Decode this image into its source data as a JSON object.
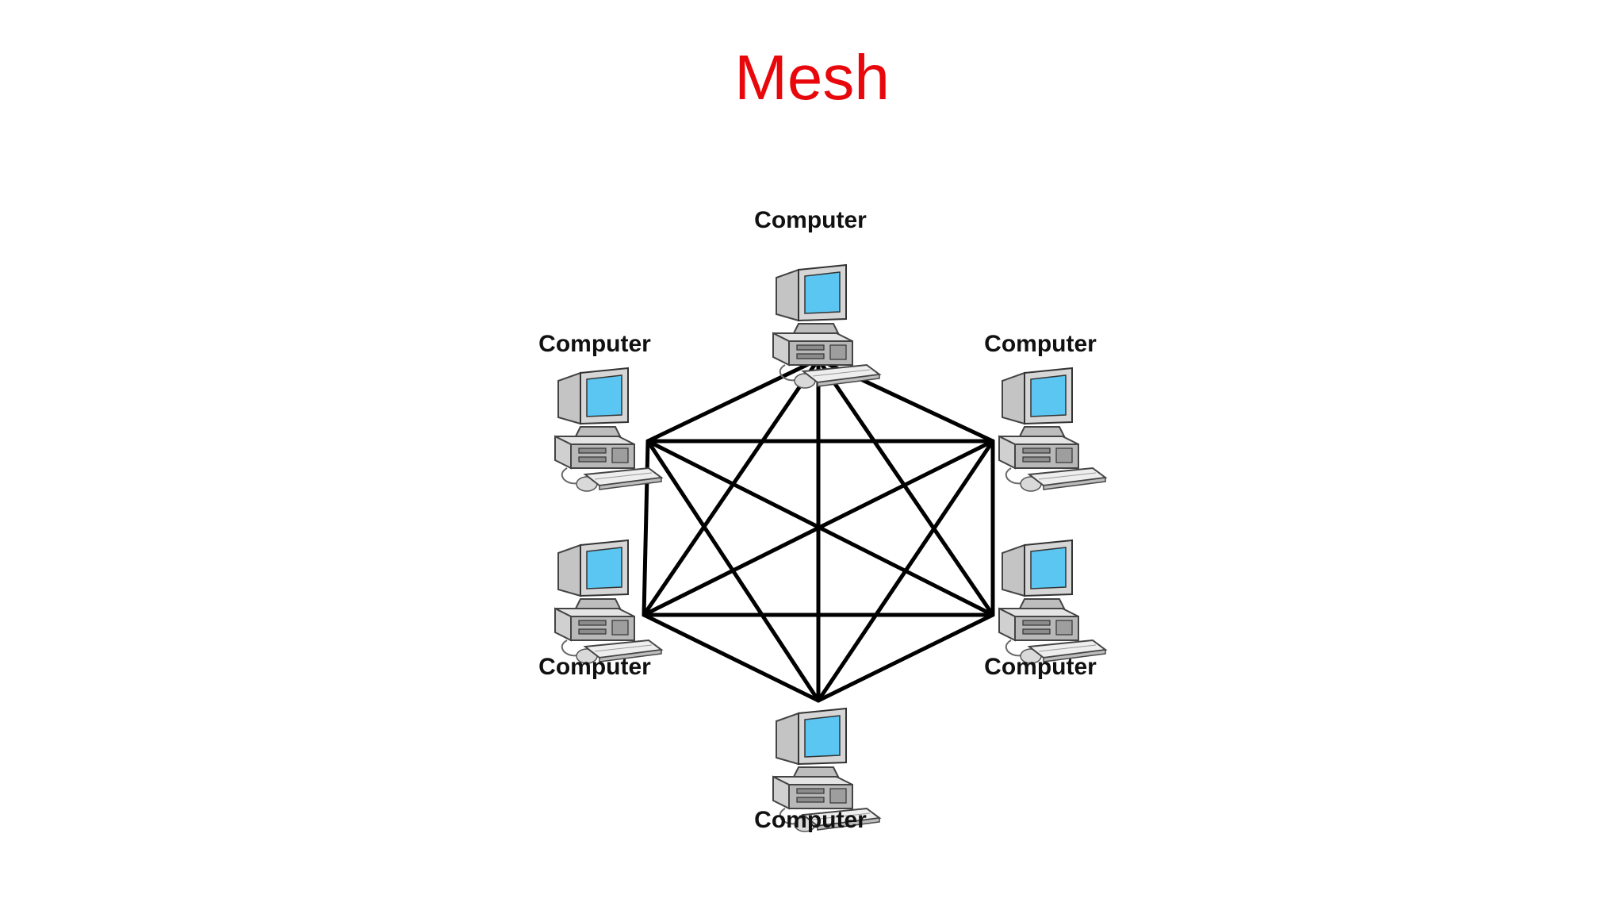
{
  "slide": {
    "title": "Mesh",
    "title_color": "#e8070b",
    "background": "#ffffff"
  },
  "diagram": {
    "topology": "full mesh",
    "link_color": "#000000",
    "nodes": [
      {
        "id": "top",
        "label": "Computer",
        "icon": "desktop-computer-icon"
      },
      {
        "id": "upper-left",
        "label": "Computer",
        "icon": "desktop-computer-icon"
      },
      {
        "id": "upper-right",
        "label": "Computer",
        "icon": "desktop-computer-icon"
      },
      {
        "id": "lower-left",
        "label": "Computer",
        "icon": "desktop-computer-icon"
      },
      {
        "id": "lower-right",
        "label": "Computer",
        "icon": "desktop-computer-icon"
      },
      {
        "id": "bottom",
        "label": "Computer",
        "icon": "desktop-computer-icon"
      }
    ],
    "edges": [
      [
        "top",
        "upper-left"
      ],
      [
        "top",
        "upper-right"
      ],
      [
        "top",
        "lower-left"
      ],
      [
        "top",
        "lower-right"
      ],
      [
        "top",
        "bottom"
      ],
      [
        "upper-left",
        "upper-right"
      ],
      [
        "upper-left",
        "lower-left"
      ],
      [
        "upper-left",
        "lower-right"
      ],
      [
        "upper-left",
        "bottom"
      ],
      [
        "upper-right",
        "lower-left"
      ],
      [
        "upper-right",
        "lower-right"
      ],
      [
        "upper-right",
        "bottom"
      ],
      [
        "lower-left",
        "lower-right"
      ],
      [
        "lower-left",
        "bottom"
      ],
      [
        "lower-right",
        "bottom"
      ]
    ],
    "colors": {
      "screen": "#5bc6f2",
      "monitor_body": "#c9c9c9",
      "case_body": "#b5b5b5",
      "outline": "#3a3a3a"
    }
  }
}
